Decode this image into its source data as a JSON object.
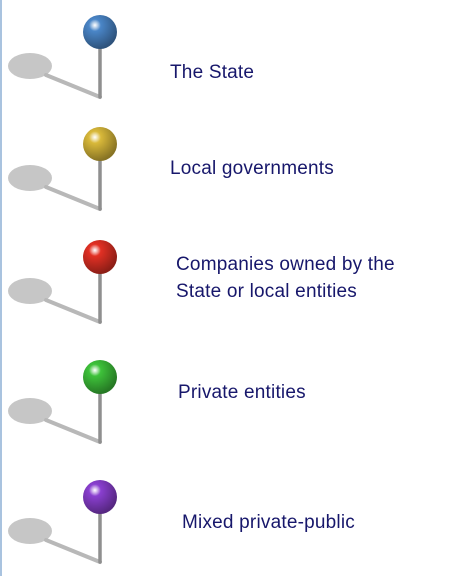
{
  "pins": [
    {
      "label_lines": [
        "The State"
      ],
      "color": "#4a86c8"
    },
    {
      "label_lines": [
        "Local governments"
      ],
      "color": "#d9b93a"
    },
    {
      "label_lines": [
        "Companies owned by the",
        "State or local entities"
      ],
      "color": "#e23024"
    },
    {
      "label_lines": [
        "Private entities"
      ],
      "color": "#3ec23a"
    },
    {
      "label_lines": [
        "Mixed private-public"
      ],
      "color": "#8a3fd0"
    }
  ]
}
